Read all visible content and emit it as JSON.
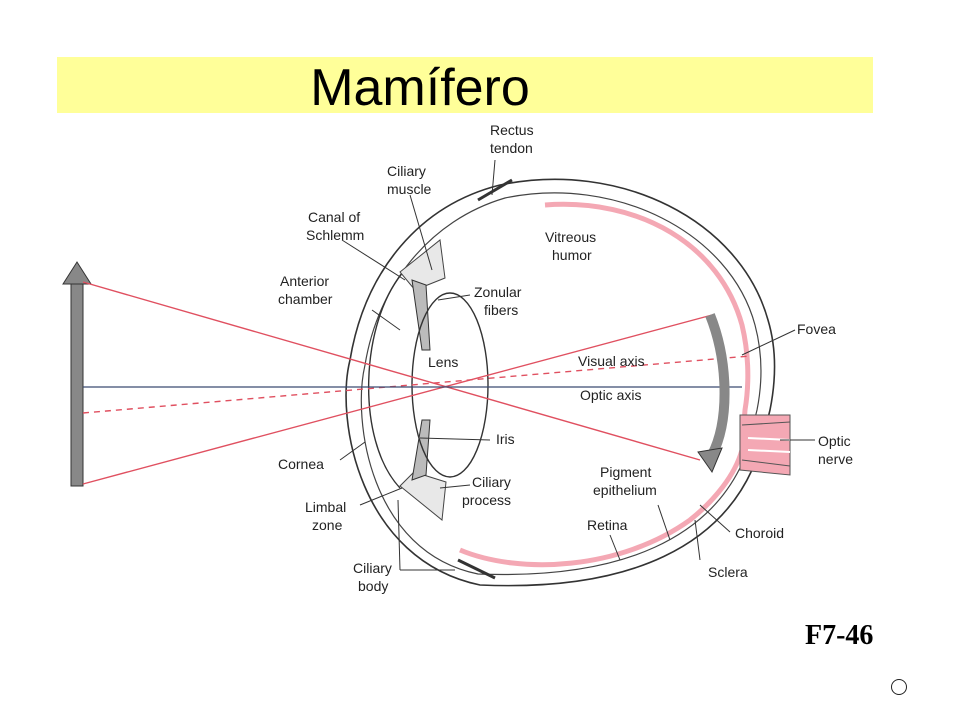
{
  "title": "Mamífero",
  "figure_code": "F7-46",
  "colors": {
    "title_band": "#ffff99",
    "ray": "#e05060",
    "retina": "#f4a8b4",
    "axis": "#3a4a70",
    "arrow": "#888888"
  },
  "labels": {
    "rectus_tendon": [
      "Rectus",
      "tendon"
    ],
    "ciliary_muscle": [
      "Ciliary",
      "muscle"
    ],
    "canal_of_schlemm": [
      "Canal of",
      "Schlemm"
    ],
    "anterior_chamber": [
      "Anterior",
      "chamber"
    ],
    "vitreous_humor": [
      "Vitreous",
      "humor"
    ],
    "zonular_fibers": [
      "Zonular",
      "fibers"
    ],
    "lens": "Lens",
    "visual_axis": "Visual axis",
    "optic_axis": "Optic axis",
    "fovea": "Fovea",
    "iris": "Iris",
    "optic_nerve": [
      "Optic",
      "nerve"
    ],
    "cornea": "Cornea",
    "pigment_epithelium": [
      "Pigment",
      "epithelium"
    ],
    "ciliary_process": [
      "Ciliary",
      "process"
    ],
    "limbal_zone": [
      "Limbal",
      "zone"
    ],
    "retina": "Retina",
    "choroid": "Choroid",
    "ciliary_body": [
      "Ciliary",
      "body"
    ],
    "sclera": "Sclera"
  }
}
